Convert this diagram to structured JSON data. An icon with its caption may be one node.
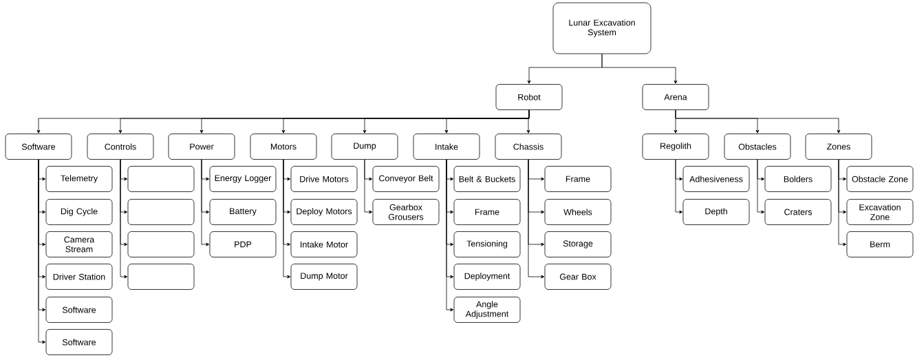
{
  "diagram": {
    "nodes": [
      {
        "text": [
          "Lunar Excavation System"
        ]
      },
      {
        "text": [
          "Robot"
        ]
      },
      {
        "text": [
          "Arena"
        ]
      },
      {
        "text": [
          "Software"
        ]
      },
      {
        "text": [
          "Controls"
        ]
      },
      {
        "text": [
          "Power"
        ]
      },
      {
        "text": [
          "Motors"
        ]
      },
      {
        "text": [
          "Dump"
        ]
      },
      {
        "text": [
          "Intake"
        ]
      },
      {
        "text": [
          "Chassis"
        ]
      },
      {
        "text": [
          "Regolith"
        ]
      },
      {
        "text": [
          "Obstacles"
        ]
      },
      {
        "text": [
          "Zones"
        ]
      },
      {
        "text": [
          "Telemetry"
        ]
      },
      {
        "text": [
          "Dig Cycle"
        ]
      },
      {
        "text": [
          "Camera Stream"
        ]
      },
      {
        "text": [
          "Driver Station"
        ]
      },
      {
        "text": [
          "Software"
        ]
      },
      {
        "text": [
          "Software"
        ]
      },
      {
        "text": [],
        "shape": "box"
      },
      {
        "text": [],
        "shape": "box"
      },
      {
        "text": [],
        "shape": "box"
      },
      {
        "text": [],
        "shape": "box"
      },
      {
        "text": [
          "Energy Logger"
        ]
      },
      {
        "text": [
          "Battery"
        ]
      },
      {
        "text": [
          "PDP"
        ]
      },
      {
        "text": [
          "Drive Motors"
        ]
      },
      {
        "text": [
          "Deploy Motors"
        ]
      },
      {
        "text": [
          "Intake Motor"
        ]
      },
      {
        "text": [
          "Dump Motor"
        ]
      },
      {
        "text": [
          "Conveyor Belt"
        ]
      },
      {
        "text": [
          "Gearbox Grousers"
        ]
      },
      {
        "text": [
          "Belt & Buckets"
        ]
      },
      {
        "text": [
          "Frame"
        ]
      },
      {
        "text": [
          "Tensioning"
        ]
      },
      {
        "text": [
          "Deployment"
        ]
      },
      {
        "text": [
          "Angle Adjustment"
        ]
      },
      {
        "text": [
          "Frame"
        ]
      },
      {
        "text": [
          "Wheels"
        ]
      },
      {
        "text": [
          "Storage"
        ]
      },
      {
        "text": [
          "Gear Box"
        ]
      },
      {
        "text": [
          "Adhesiveness"
        ]
      },
      {
        "text": [
          "Depth"
        ]
      },
      {
        "text": [
          "Bolders"
        ]
      },
      {
        "text": [
          "Craters"
        ]
      },
      {
        "text": [
          "Obstacle Zone"
        ]
      },
      {
        "text": [
          "Excavation Zone"
        ]
      },
      {
        "text": [
          "Berm"
        ]
      }
    ],
    "edges": [
      {
        "from": 0,
        "to": 1,
        "arrow": "to"
      },
      {
        "from": 0,
        "to": 2,
        "arrow": "to"
      },
      {
        "from": 1,
        "to": 3,
        "arrow": "to"
      },
      {
        "from": 1,
        "to": 4,
        "arrow": "to"
      },
      {
        "from": 1,
        "to": 5,
        "arrow": "to"
      },
      {
        "from": 1,
        "to": 6,
        "arrow": "to"
      },
      {
        "from": 1,
        "to": 7,
        "arrow": "to"
      },
      {
        "from": 1,
        "to": 8,
        "arrow": "to"
      },
      {
        "from": 1,
        "to": 9,
        "arrow": "to"
      },
      {
        "from": 2,
        "to": 10,
        "arrow": "to"
      },
      {
        "from": 2,
        "to": 11,
        "arrow": "to"
      },
      {
        "from": 2,
        "to": 12,
        "arrow": "to"
      },
      {
        "from": 3,
        "to": 13,
        "arrow": "to"
      },
      {
        "from": 3,
        "to": 14,
        "arrow": "to"
      },
      {
        "from": 3,
        "to": 15,
        "arrow": "to"
      },
      {
        "from": 3,
        "to": 16,
        "arrow": "to"
      },
      {
        "from": 3,
        "to": 17,
        "arrow": "to"
      },
      {
        "from": 3,
        "to": 18,
        "arrow": "to"
      },
      {
        "from": 4,
        "to": 19,
        "arrow": "to"
      },
      {
        "from": 4,
        "to": 20,
        "arrow": "to"
      },
      {
        "from": 4,
        "to": 21,
        "arrow": "to"
      },
      {
        "from": 4,
        "to": 22,
        "arrow": "to"
      },
      {
        "from": 5,
        "to": 23,
        "arrow": "to"
      },
      {
        "from": 5,
        "to": 24,
        "arrow": "to"
      },
      {
        "from": 5,
        "to": 25,
        "arrow": "to"
      },
      {
        "from": 6,
        "to": 26,
        "arrow": "to"
      },
      {
        "from": 6,
        "to": 27,
        "arrow": "to"
      },
      {
        "from": 6,
        "to": 28,
        "arrow": "to"
      },
      {
        "from": 6,
        "to": 29,
        "arrow": "to"
      },
      {
        "from": 7,
        "to": 30,
        "arrow": "to"
      },
      {
        "from": 7,
        "to": 31,
        "arrow": "to"
      },
      {
        "from": 8,
        "to": 32,
        "arrow": "to"
      },
      {
        "from": 8,
        "to": 33,
        "arrow": "to"
      },
      {
        "from": 8,
        "to": 34,
        "arrow": "to"
      },
      {
        "from": 8,
        "to": 35,
        "arrow": "to"
      },
      {
        "from": 8,
        "to": 36,
        "arrow": "to"
      },
      {
        "from": 9,
        "to": 37,
        "arrow": "to"
      },
      {
        "from": 9,
        "to": 38,
        "arrow": "to"
      },
      {
        "from": 9,
        "to": 39,
        "arrow": "to"
      },
      {
        "from": 9,
        "to": 40,
        "arrow": "to"
      },
      {
        "from": 10,
        "to": 41,
        "arrow": "to"
      },
      {
        "from": 10,
        "to": 42,
        "arrow": "to"
      },
      {
        "from": 11,
        "to": 43,
        "arrow": "to"
      },
      {
        "from": 11,
        "to": 44,
        "arrow": "to"
      },
      {
        "from": 12,
        "to": 45,
        "arrow": "to"
      },
      {
        "from": 12,
        "to": 46,
        "arrow": "to"
      },
      {
        "from": 12,
        "to": 47,
        "arrow": "to"
      }
    ]
  }
}
